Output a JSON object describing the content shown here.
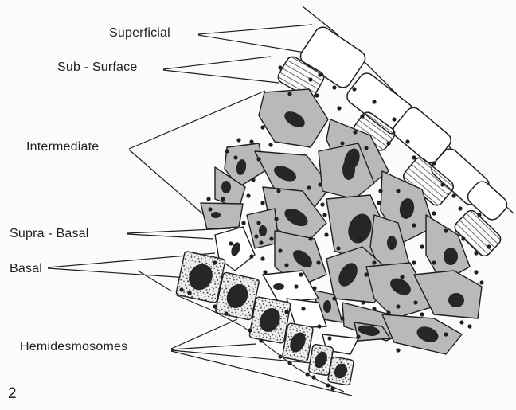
{
  "figure": {
    "number": "2",
    "labels": {
      "superficial": "Superficial",
      "sub_surface": "Sub - Surface",
      "intermediate": "Intermediate",
      "supra_basal": "Supra - Basal",
      "basal": "Basal",
      "hemidesmosomes": "Hemidesmosomes"
    }
  },
  "colors": {
    "ink": "#1f1f1f",
    "background": "#fbfbf9",
    "cell_fill": "#b9b9b9",
    "nucleus": "#262626",
    "basal_fill": "#efefef"
  }
}
